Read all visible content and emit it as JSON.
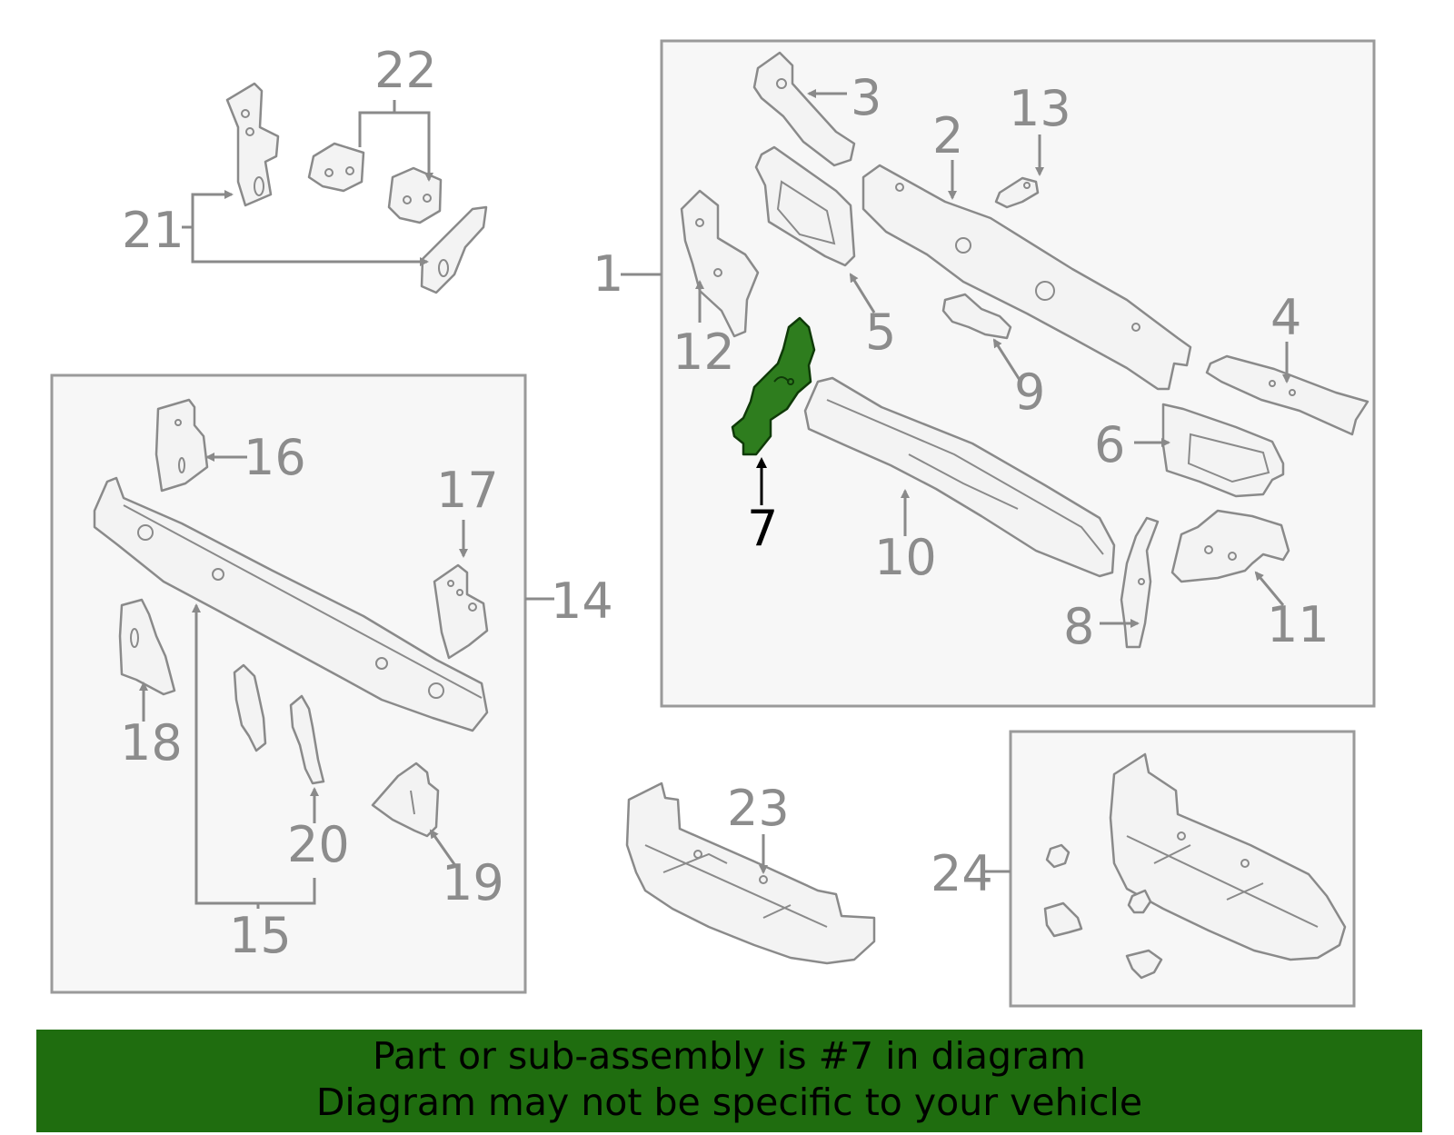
{
  "callouts": {
    "c1": "1",
    "c2": "2",
    "c3": "3",
    "c4": "4",
    "c5": "5",
    "c6": "6",
    "c7": "7",
    "c8": "8",
    "c9": "9",
    "c10": "10",
    "c11": "11",
    "c12": "12",
    "c13": "13",
    "c14": "14",
    "c15": "15",
    "c16": "16",
    "c17": "17",
    "c18": "18",
    "c19": "19",
    "c20": "20",
    "c21": "21",
    "c22": "22",
    "c23": "23",
    "c24": "24"
  },
  "highlighted_part": "7",
  "colors": {
    "highlight": "#2e7d1e",
    "banner": "#1f6d0f",
    "line": "#8a8a8a"
  },
  "banner": {
    "line1": "Part or sub-assembly is #7 in diagram",
    "line2": "Diagram may not be specific to your vehicle"
  }
}
